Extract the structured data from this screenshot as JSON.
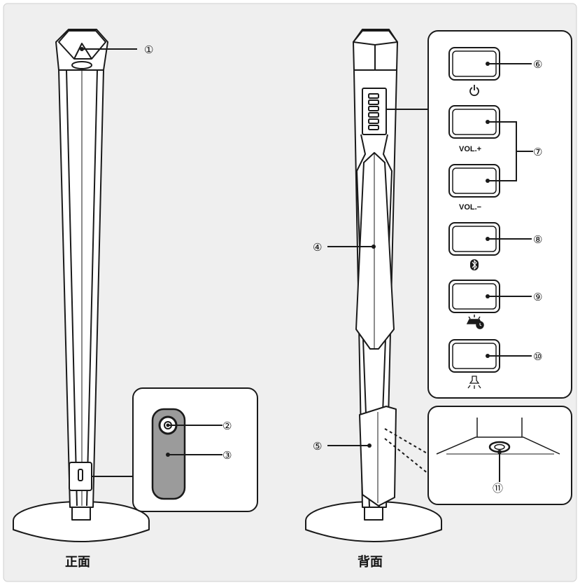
{
  "figure": {
    "background": "#efefef",
    "panel_fill": "#ffffff",
    "stroke": "#1a1a1a",
    "gray_fill": "#9b9b9b"
  },
  "captions": {
    "front": "正面",
    "back": "背面"
  },
  "callouts": {
    "n1": "①",
    "n2": "②",
    "n3": "③",
    "n4": "④",
    "n5": "⑤",
    "n6": "⑥",
    "n7": "⑦",
    "n8": "⑧",
    "n9": "⑨",
    "n10": "⑩",
    "n11": "⑪"
  },
  "button_labels": {
    "vol_up": "VOL.+",
    "vol_down": "VOL.−"
  },
  "icons": {
    "power": "power-icon",
    "bluetooth": "bluetooth-icon",
    "sleep_timer": "sleep-timer-icon",
    "light": "light-icon"
  }
}
